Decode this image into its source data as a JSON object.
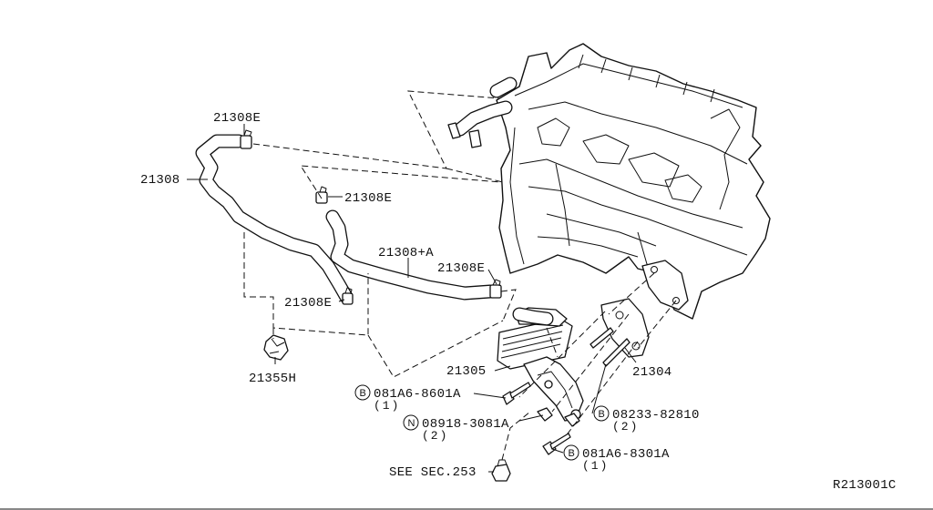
{
  "callouts": {
    "c21308e_top": "21308E",
    "c21308": "21308",
    "c21308e_mid": "21308E",
    "c21308a": "21308+A",
    "c21308e_right": "21308E",
    "c21308e_low": "21308E",
    "c21355h": "21355H",
    "c21305": "21305",
    "c21304": "21304",
    "bolt1_part": "081A6-8601A",
    "bolt1_qty": "(1)",
    "nut_part": "08918-3081A",
    "nut_qty": "(2)",
    "stud_part": "08233-82810",
    "stud_qty": "(2)",
    "bolt2_part": "081A6-8301A",
    "bolt2_qty": "(1)",
    "see_sec": "SEE SEC.253",
    "figure_id": "R213001C"
  },
  "prefix_symbols": {
    "bolt1": "B",
    "nut": "N",
    "stud": "B",
    "bolt2": "B"
  }
}
